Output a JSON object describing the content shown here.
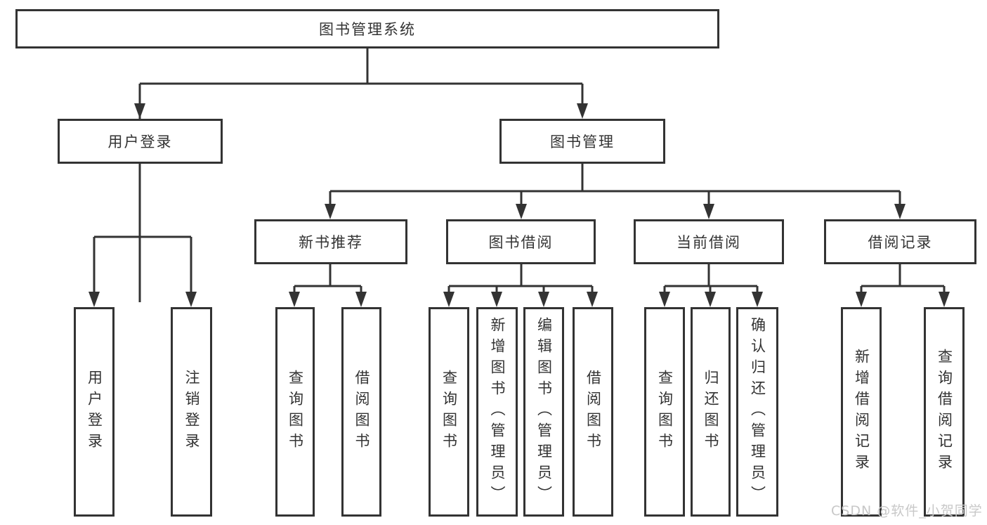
{
  "diagram": {
    "type": "tree",
    "tree": {
      "label": "图书管理系统",
      "children": [
        {
          "label": "用户登录",
          "children": [
            {
              "label": "用户登录"
            },
            {
              "label": "注销登录"
            }
          ]
        },
        {
          "label": "图书管理",
          "children": [
            {
              "label": "新书推荐",
              "children": [
                {
                  "label": "查询图书"
                },
                {
                  "label": "借阅图书"
                }
              ]
            },
            {
              "label": "图书借阅",
              "children": [
                {
                  "label": "查询图书"
                },
                {
                  "label": "新增图书（管理员）"
                },
                {
                  "label": "编辑图书（管理员）"
                },
                {
                  "label": "借阅图书"
                }
              ]
            },
            {
              "label": "当前借阅",
              "children": [
                {
                  "label": "查询图书"
                },
                {
                  "label": "归还图书"
                },
                {
                  "label": "确认归还（管理员）"
                }
              ]
            },
            {
              "label": "借阅记录",
              "children": [
                {
                  "label": "新增借阅记录"
                },
                {
                  "label": "查询借阅记录"
                }
              ]
            }
          ]
        }
      ]
    }
  },
  "watermark": {
    "text": "CSDN @软件_小贺同学",
    "color": "#c8c8c8"
  },
  "colors": {
    "line": "#333333",
    "box_border": "#333333",
    "text": "#333333",
    "background": "#ffffff"
  }
}
